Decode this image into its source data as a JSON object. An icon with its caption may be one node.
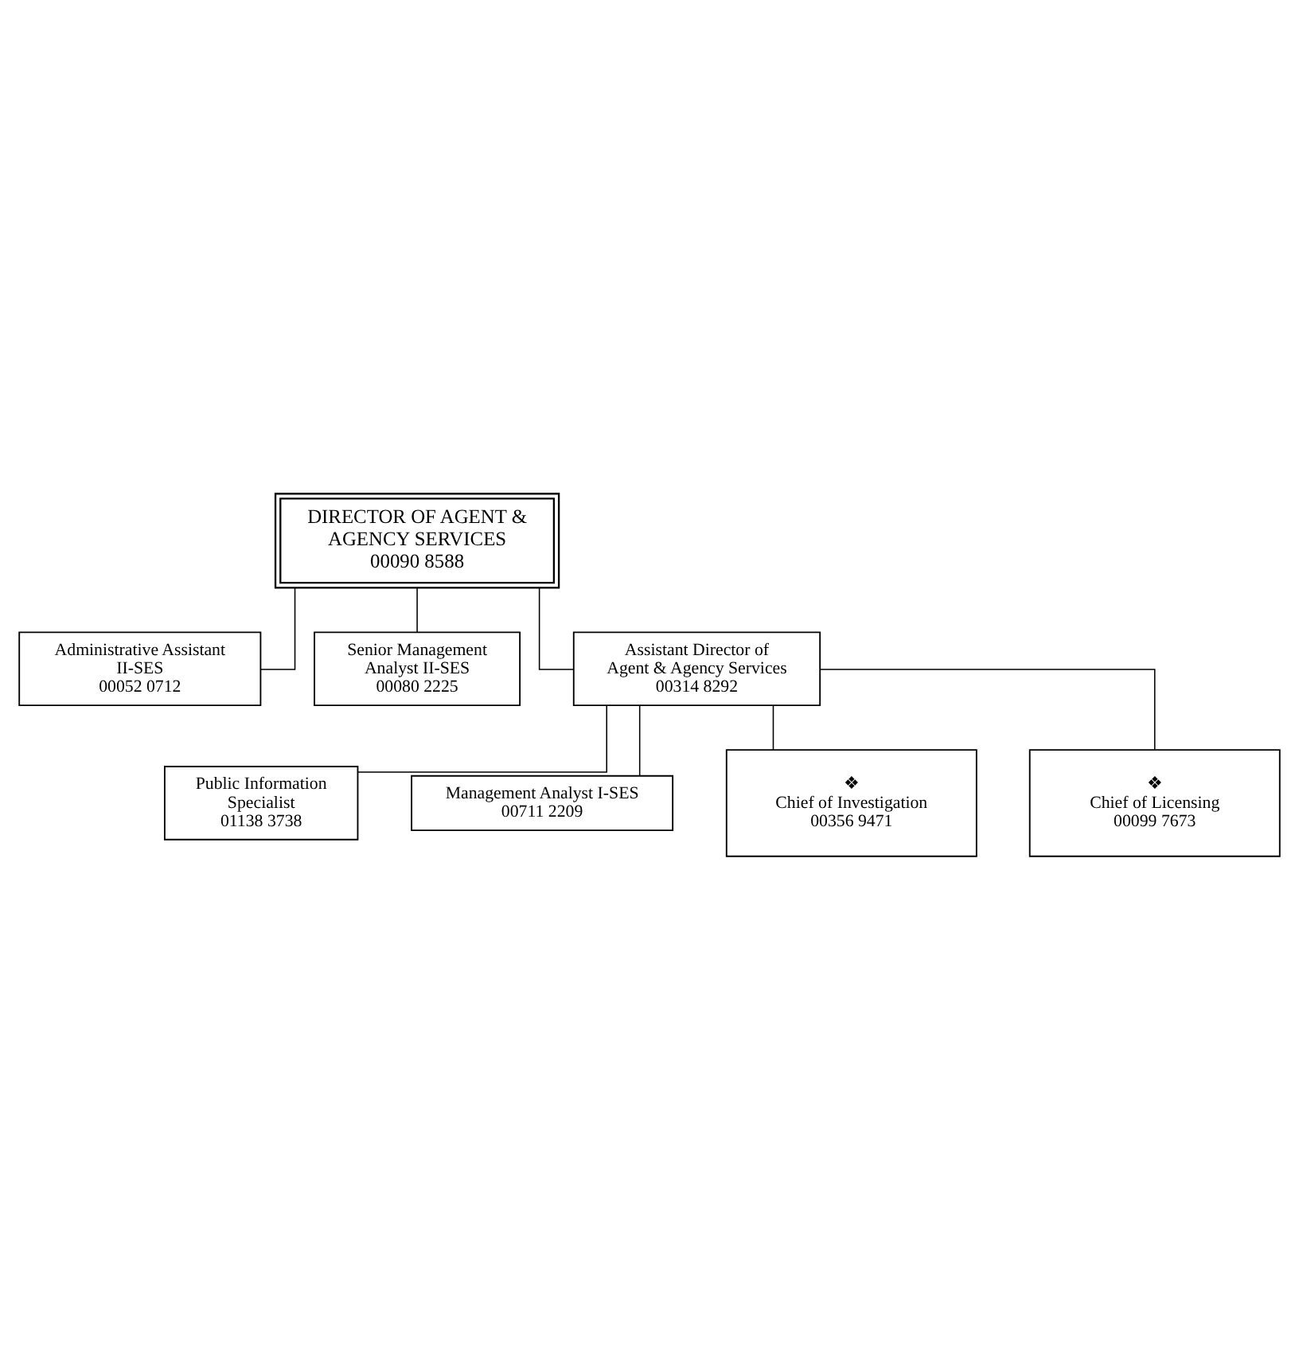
{
  "diagram": {
    "nodes": [
      {
        "text": [
          "DIRECTOR OF AGENT & AGENCY SERVICES",
          "00090 8588"
        ]
      },
      {
        "text": [
          "Administrative Assistant II-SES",
          "00052 0712"
        ]
      },
      {
        "text": [
          "Senior Management Analyst II-SES",
          "00080 2225"
        ]
      },
      {
        "text": [
          "Assistant Director of Agent & Agency Services",
          "00314 8292"
        ]
      },
      {
        "text": [
          "Public Information Specialist",
          "01138 3738"
        ]
      },
      {
        "text": [
          "Management Analyst I-SES",
          "00711 2209"
        ]
      },
      {
        "text": [
          "❖",
          "Chief of Investigation",
          "00356 9471"
        ]
      },
      {
        "text": [
          "❖",
          "Chief of Licensing",
          "00099 7673"
        ]
      }
    ],
    "edges": [
      {
        "from": 0,
        "to": 1,
        "arrow": "none"
      },
      {
        "from": 0,
        "to": 2,
        "arrow": "none"
      },
      {
        "from": 0,
        "to": 3,
        "arrow": "none"
      },
      {
        "from": 3,
        "to": 4,
        "arrow": "none"
      },
      {
        "from": 3,
        "to": 5,
        "arrow": "none"
      },
      {
        "from": 3,
        "to": 6,
        "arrow": "none"
      },
      {
        "from": 3,
        "to": 7,
        "arrow": "none"
      }
    ]
  }
}
